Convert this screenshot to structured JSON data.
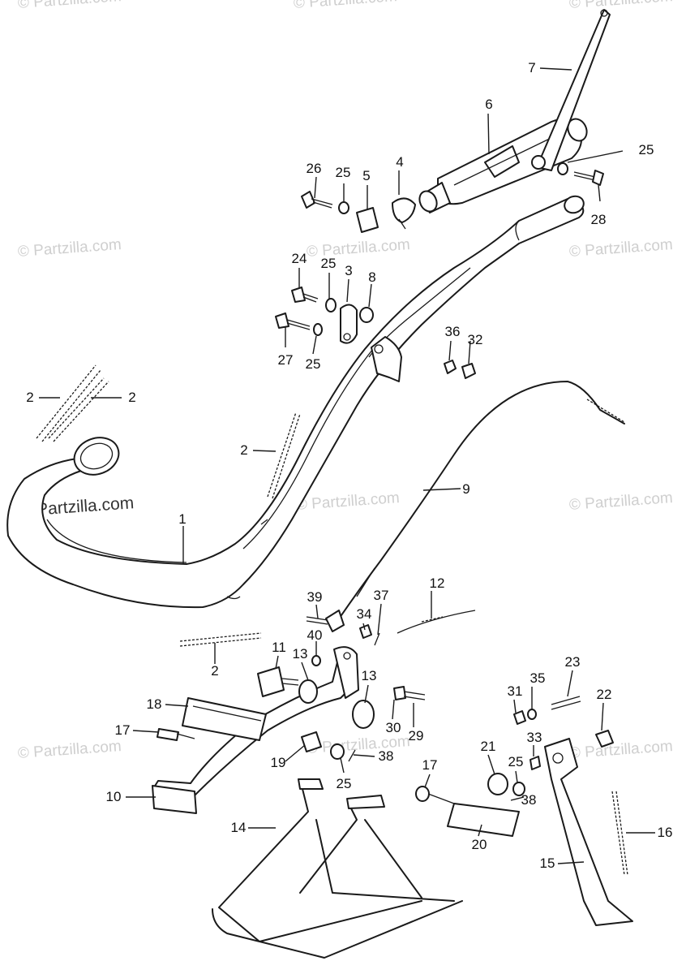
{
  "watermark": {
    "text": "© Partzilla.com",
    "repeats": [
      "© Partzilla.com",
      "© Partzilla.com",
      "© Partzilla.com",
      "© Partzilla.com",
      "© Partzilla.com",
      "© Partzilla.com",
      "© Partzilla.com",
      "© Partzilla.com",
      "© Partzilla.com",
      "© Partzilla.com",
      "© Partzilla.com",
      "© Partzilla.com"
    ],
    "prominent": "© Partzilla.com"
  },
  "callouts": {
    "c1": "1",
    "c2a": "2",
    "c2b": "2",
    "c2c": "2",
    "c2d": "2",
    "c3": "3",
    "c4": "4",
    "c5": "5",
    "c6": "6",
    "c7": "7",
    "c8": "8",
    "c9": "9",
    "c10": "10",
    "c11": "11",
    "c12": "12",
    "c13a": "13",
    "c13b": "13",
    "c14": "14",
    "c15": "15",
    "c16": "16",
    "c17a": "17",
    "c17b": "17",
    "c18": "18",
    "c19": "19",
    "c20": "20",
    "c21": "21",
    "c22": "22",
    "c23": "23",
    "c24": "24",
    "c25a": "25",
    "c25b": "25",
    "c25c": "25",
    "c25d": "25",
    "c25e": "25",
    "c25f": "25",
    "c26": "26",
    "c27": "27",
    "c28": "28",
    "c29": "29",
    "c30": "30",
    "c31": "31",
    "c32": "32",
    "c33": "33",
    "c34": "34",
    "c35": "35",
    "c36": "36",
    "c37": "37",
    "c38a": "38",
    "c38b": "38",
    "c39": "39",
    "c40": "40"
  }
}
